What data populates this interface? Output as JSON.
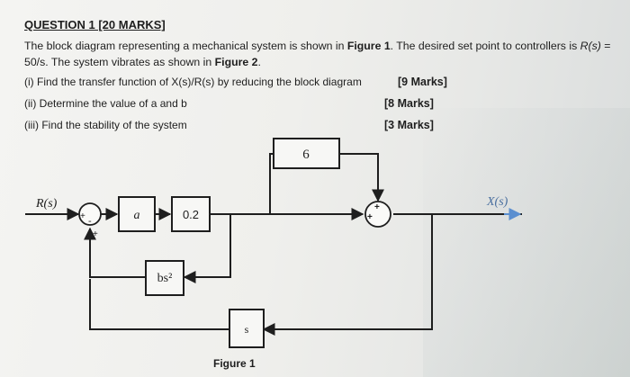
{
  "question": {
    "title": "QUESTION 1 [20 MARKS]",
    "intro_1": "The block diagram representing a mechanical system is shown in ",
    "intro_fig1": "Figure 1",
    "intro_2": ". The desired set point to controllers is ",
    "intro_rs": "R(s)",
    "intro_3": " = 50/s. The system vibrates as shown in ",
    "intro_fig2": "Figure 2",
    "intro_4": "."
  },
  "parts": [
    {
      "label": "(i)  Find the transfer function of X(s)/R(s) by reducing the block diagram",
      "marks": "[9 Marks]"
    },
    {
      "label": "(ii)  Determine the value of a and b",
      "marks": "[8 Marks]"
    },
    {
      "label": "(iii)  Find the stability of the system",
      "marks": "[3 Marks]"
    }
  ],
  "diagram": {
    "input_label": "R(s)",
    "output_label": "X(s)",
    "block_a": "a",
    "block_gain": "0.2",
    "block_feedforward": "6",
    "block_bs2": "bs²",
    "block_s": "s",
    "sum1_plus": "+",
    "sum1_minus": "-",
    "sum1_top_plus": "+",
    "sum2_top_plus": "+",
    "sum2_left_plus": "+"
  },
  "figure_caption": "Figure 1"
}
